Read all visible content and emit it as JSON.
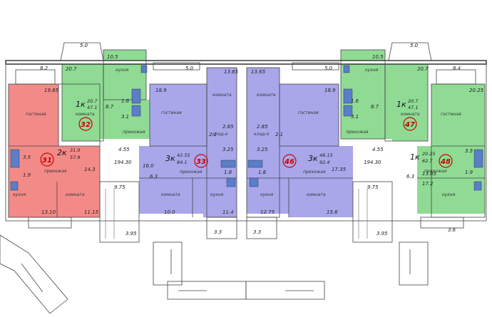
{
  "colors": {
    "red": "#f28b88",
    "green": "#8fdb94",
    "purple": "#a9a7ea",
    "wall": "#333333",
    "unit_number": "#cc0000"
  },
  "apartments": [
    {
      "id": "apt-31",
      "number": "31",
      "type": "2к",
      "area_living": "31.0",
      "area_total": "57.9"
    },
    {
      "id": "apt-32",
      "number": "32",
      "type": "1к",
      "area_living": "20.7",
      "area_total": "47.1"
    },
    {
      "id": "apt-33",
      "number": "33",
      "type": "3к",
      "area_living": "42.55",
      "area_total": "84.1"
    },
    {
      "id": "apt-46",
      "number": "46",
      "type": "3к",
      "area_living": "48.15",
      "area_total": "92.4"
    },
    {
      "id": "apt-47",
      "number": "47",
      "type": "1к",
      "area_living": "20.7",
      "area_total": "47.1"
    },
    {
      "id": "apt-48",
      "number": "48",
      "type": "1к",
      "area_living": "20.25",
      "area_total": "62.7"
    }
  ],
  "room_labels": {
    "living": "гостиная",
    "room": "комната",
    "kitchen": "кухня",
    "hall": "прихожая",
    "storage": "клад-я"
  },
  "areas": {
    "a1": "19.85",
    "a2": "8.2",
    "a3": "20.7",
    "a4": "5.0",
    "a5": "10.5",
    "a6": "1.6",
    "a7": "8.7",
    "a8": "3.1",
    "a9": "5.0",
    "a10": "18.9",
    "a11": "13.65",
    "a12": "2.1",
    "a13": "2.85",
    "a14": "3.25",
    "a15": "1.8",
    "a16": "4.55",
    "a17": "194.30",
    "a18": "16.0",
    "a19": "6.3",
    "a20": "9.75",
    "a21": "3.5",
    "a22": "1.9",
    "a23": "14.3",
    "a24": "13.10",
    "a25": "11.15",
    "a26": "10.0",
    "a27": "11.4",
    "a28": "3.95",
    "a29": "3.3",
    "b1": "13.65",
    "b2": "5.0",
    "b3": "18.9",
    "b4": "2.85",
    "b5": "2.1",
    "b6": "3.25",
    "b7": "1.8",
    "b8": "17.35",
    "b9": "12.75",
    "b10": "15.6",
    "b11": "3.3",
    "b12": "4.55",
    "b13": "194.30",
    "b14": "6.3",
    "b15": "9.75",
    "b16": "3.95",
    "b17": "5.0",
    "b18": "10.5",
    "b19": "20.7",
    "b20": "8.4",
    "b21": "20.25",
    "b22": "1.6",
    "b23": "8.7",
    "b24": "3.1",
    "b25": "3.5",
    "b26": "1.9",
    "b27": "13.85",
    "b28": "17.2",
    "b29": "3.6"
  }
}
